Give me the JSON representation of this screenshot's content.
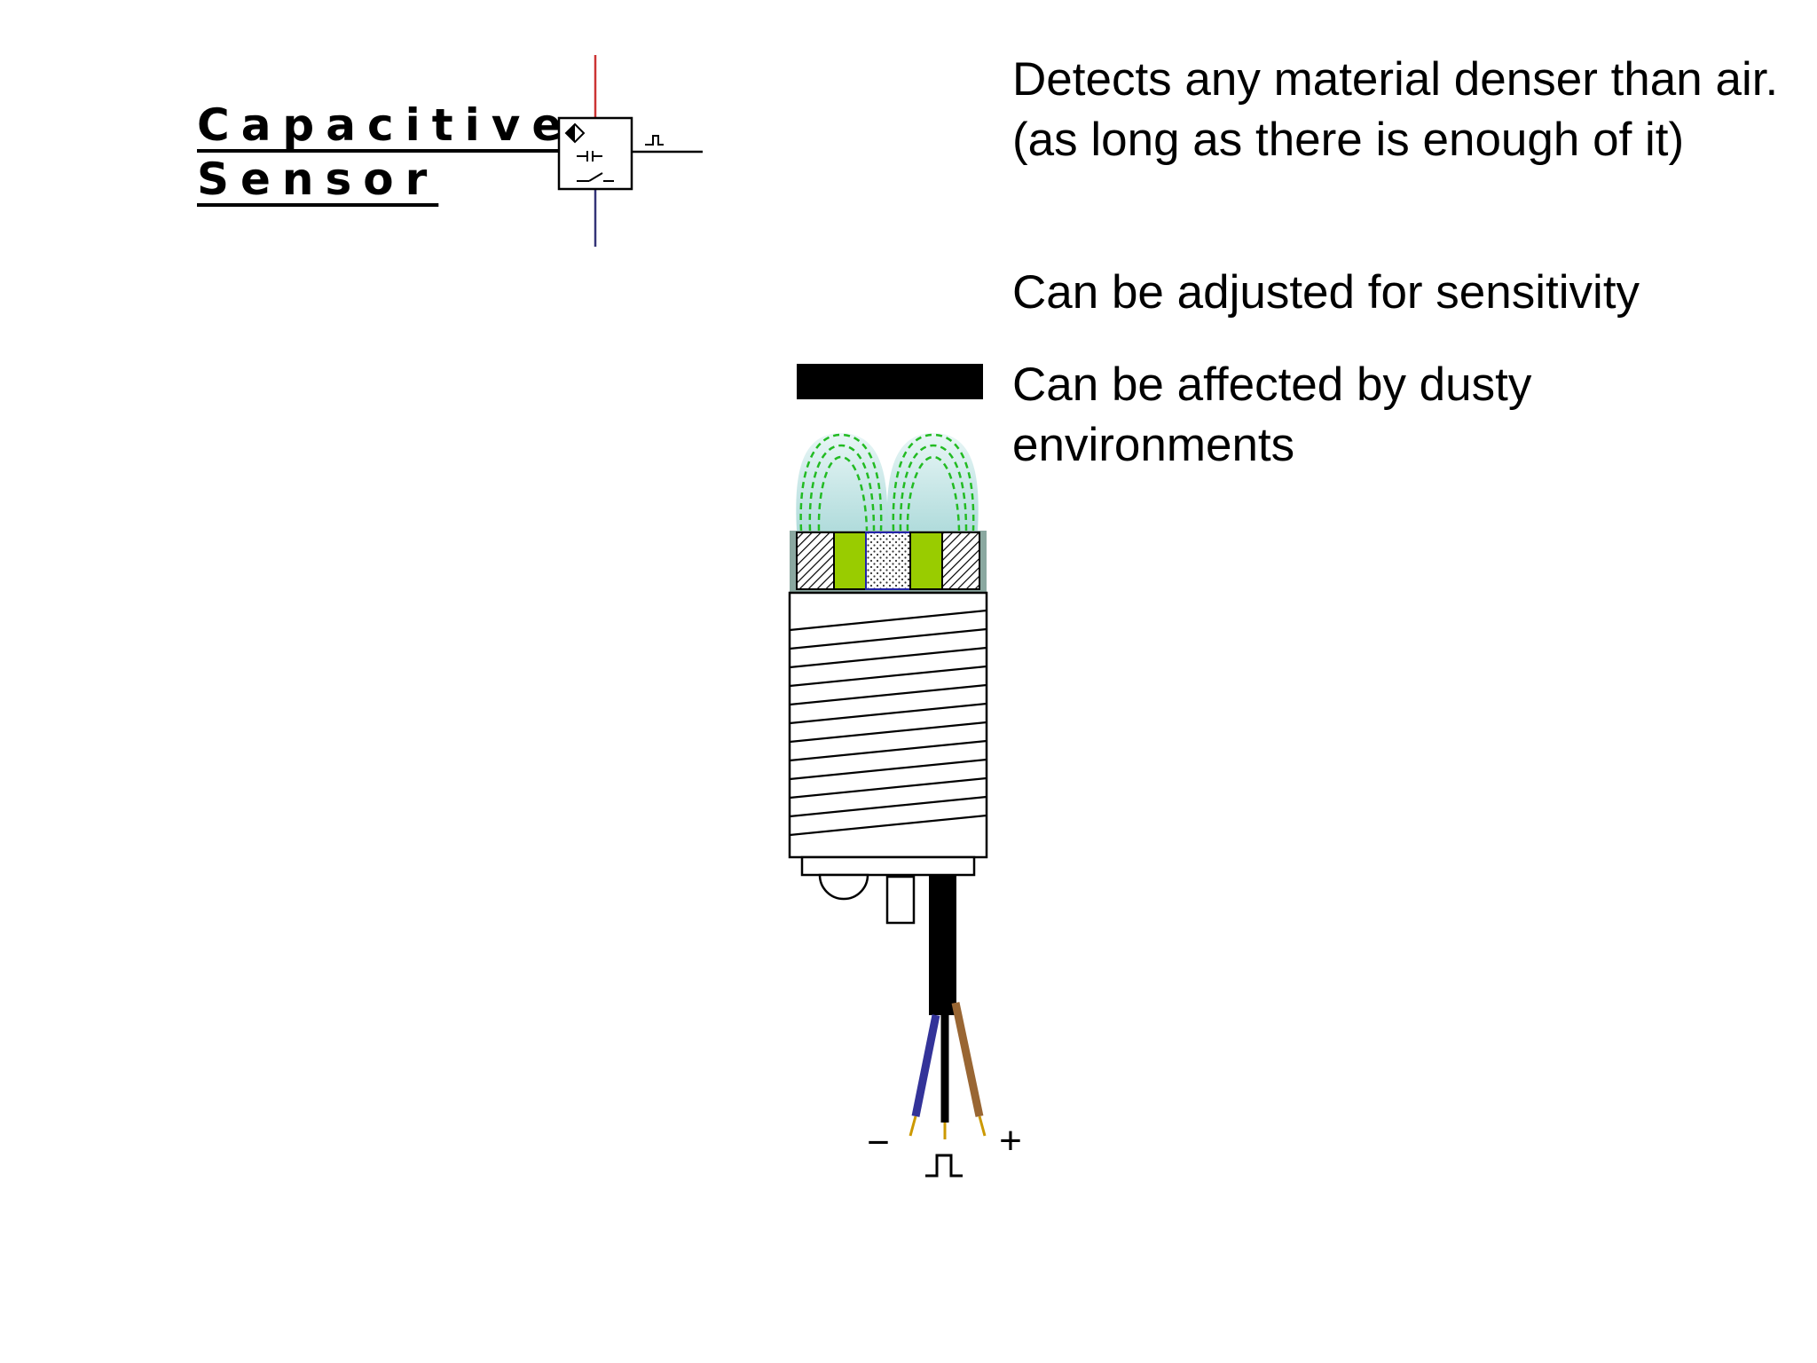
{
  "title": {
    "line1": "Capacitive",
    "line2": "Sensor"
  },
  "bullets": [
    "Detects any material denser than air. (as long as there is enough of it)",
    "Can be adjusted for sensitivity",
    "Can be affected by dusty environments"
  ],
  "terminal_labels": {
    "negative": "−",
    "positive": "+"
  },
  "colors": {
    "field_fill": "#b8e0e0",
    "field_lines": "#22bb22",
    "electrode_green": "#99cc00",
    "wire_blue": "#333399",
    "wire_black": "#000000",
    "wire_brown": "#996633",
    "wire_tips": "#cc9900",
    "symbol_top_lead": "#cc3333",
    "symbol_bottom_lead": "#333377"
  }
}
